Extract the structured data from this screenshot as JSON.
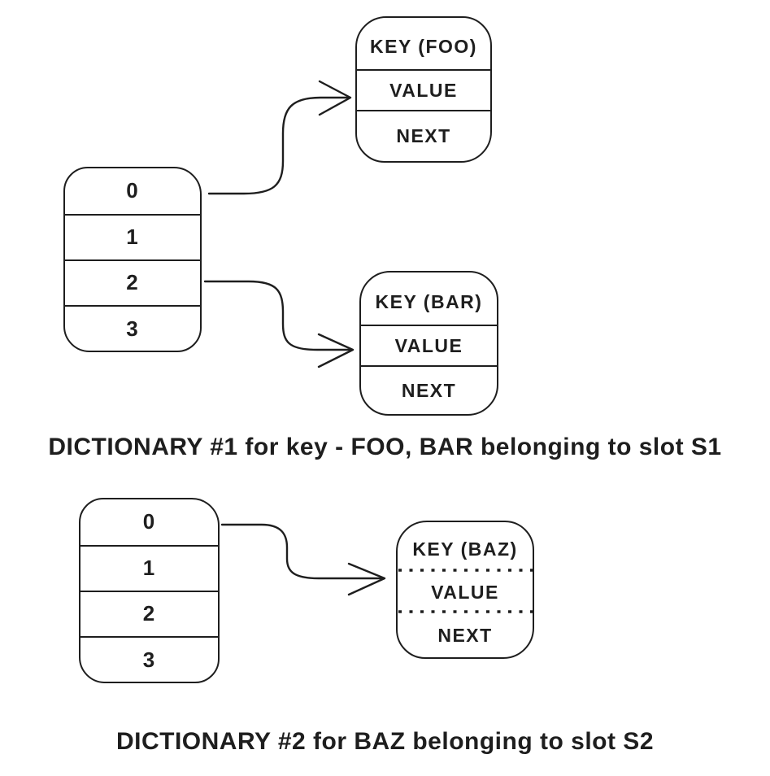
{
  "diagram": {
    "background_color": "#ffffff",
    "stroke_color": "#1e1e1e",
    "dict1": {
      "slots": [
        "0",
        "1",
        "2",
        "3"
      ],
      "caption": "DICTIONARY #1 for key - FOO, BAR belonging to slot S1"
    },
    "dict2": {
      "slots": [
        "0",
        "1",
        "2",
        "3"
      ],
      "caption": "DICTIONARY #2 for BAZ belonging to slot S2"
    },
    "node_foo": {
      "key": "KEY (FOO)",
      "value": "VALUE",
      "next": "NEXT",
      "separator_style": "solid"
    },
    "node_bar": {
      "key": "KEY (BAR)",
      "value": "VALUE",
      "next": "NEXT",
      "separator_style": "solid"
    },
    "node_baz": {
      "key": "KEY (BAZ)",
      "value": "VALUE",
      "next": "NEXT",
      "separator_style": "dotted"
    },
    "arrows": [
      {
        "from": "dict1 slot 0",
        "to": "node KEY (FOO)"
      },
      {
        "from": "dict1 slot 2",
        "to": "node KEY (BAR)"
      },
      {
        "from": "dict2 slot 0",
        "to": "node KEY (BAZ)"
      }
    ]
  }
}
